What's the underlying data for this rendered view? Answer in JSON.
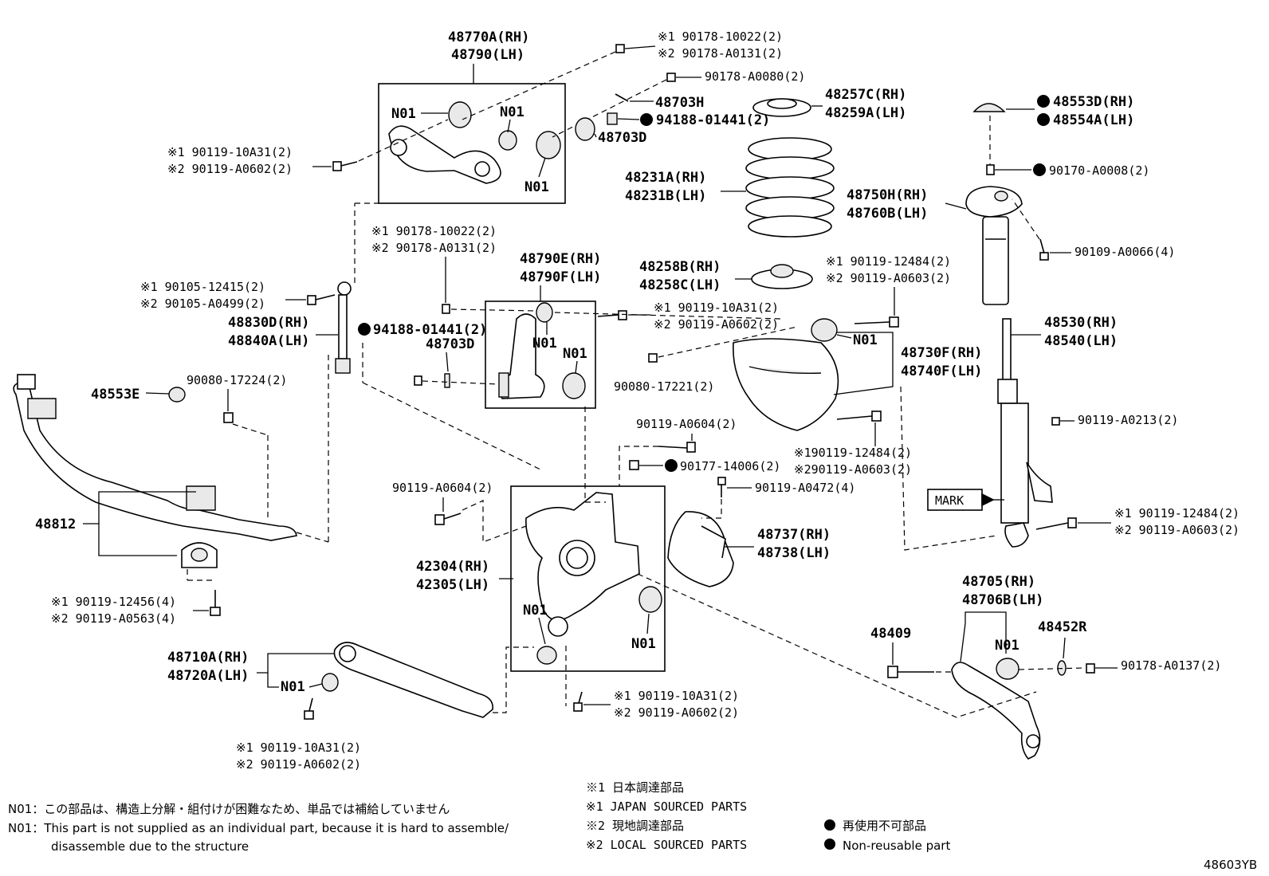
{
  "diagram_code": "48603YB",
  "labels": {
    "ua_rh": "48770A(RH)",
    "ua_lh": "48790(LH)",
    "nut_a1": "※1 90178-10022(2)",
    "nut_a2": "※2 90178-A0131(2)",
    "nut_b": "90178-A0080(2)",
    "p48703h": "48703H",
    "p94188a": "94188-01441(2)",
    "p48703d_a": "48703D",
    "bolt_a1": "※1 90119-10A31(2)",
    "bolt_a2": "※2 90119-A0602(2)",
    "n01": "N01",
    "ins_rh": "48257C(RH)",
    "ins_lh": "48259A(LH)",
    "spr_rh": "48231A(RH)",
    "spr_lh": "48231B(LH)",
    "cap_rh": "48553D(RH)",
    "cap_lh": "48554A(LH)",
    "nut_c": "90170-A0008(2)",
    "mount_rh": "48750H(RH)",
    "mount_lh": "48760B(LH)",
    "bolt_b": "90109-A0066(4)",
    "nut_d1": "※1 90178-10022(2)",
    "nut_d2": "※2 90178-A0131(2)",
    "ta_rh": "48790E(RH)",
    "ta_lh": "48790F(LH)",
    "seat_rh": "48258B(RH)",
    "seat_lh": "48258C(LH)",
    "bolt_c1": "※1 90119-12484(2)",
    "bolt_c2": "※2 90119-A0603(2)",
    "nut_e1": "※1 90105-12415(2)",
    "nut_e2": "※2 90105-A0499(2)",
    "link_rh": "48830D(RH)",
    "link_lh": "48840A(LH)",
    "p94188b": "94188-01441(2)",
    "p48703d_b": "48703D",
    "bolt_d1": "※1 90119-10A31(2)",
    "bolt_d2": "※2 90119-A0602(2)",
    "la_rh": "48730F(RH)",
    "la_lh": "48740F(LH)",
    "nut_f": "90080-17221(2)",
    "sh_rh": "48530(RH)",
    "sh_lh": "48540(LH)",
    "p48553e": "48553E",
    "nut_g": "90080-17224(2)",
    "bolt_e": "90119-A0604(2)",
    "bolt_f1": "※190119-12484(2)",
    "bolt_f2": "※290119-A0603(2)",
    "bolt_g": "90119-A0213(2)",
    "nut_h": "90177-14006(2)",
    "bolt_h": "90119-A0472(4)",
    "mark": "MARK",
    "bolt_i": "90119-A0604(2)",
    "p48812": "48812",
    "cov_rh": "48737(RH)",
    "cov_lh": "48738(LH)",
    "bolt_j1": "※1 90119-12484(2)",
    "bolt_j2": "※2 90119-A0603(2)",
    "kn_rh": "42304(RH)",
    "kn_lh": "42305(LH)",
    "ra_rh": "48705(RH)",
    "ra_lh": "48706B(LH)",
    "bolt_k1": "※1 90119-12456(4)",
    "bolt_k2": "※2 90119-A0563(4)",
    "p48409": "48409",
    "p48452r": "48452R",
    "nut_i": "90178-A0137(2)",
    "tr_rh": "48710A(RH)",
    "tr_lh": "48720A(LH)",
    "bolt_l1": "※1 90119-10A31(2)",
    "bolt_l2": "※2 90119-A0602(2)",
    "bolt_m1": "※1 90119-10A31(2)",
    "bolt_m2": "※2 90119-A0602(2)"
  },
  "notes": {
    "n01_jp": "N01：この部品は、構造上分解・組付けが困難なため、単品では補給していません",
    "n01_en_1": "N01：This part is not supplied as an individual part, because it is hard to assemble/",
    "n01_en_2": "disassemble due to the structure",
    "src1_jp": "※1 日本調達部品",
    "src1_en": "※1 JAPAN SOURCED PARTS",
    "src2_jp": "※2 現地調達部品",
    "src2_en": "※2 LOCAL SOURCED PARTS",
    "nonreuse_jp": "再使用不可部品",
    "nonreuse_en": "Non-reusable part"
  }
}
